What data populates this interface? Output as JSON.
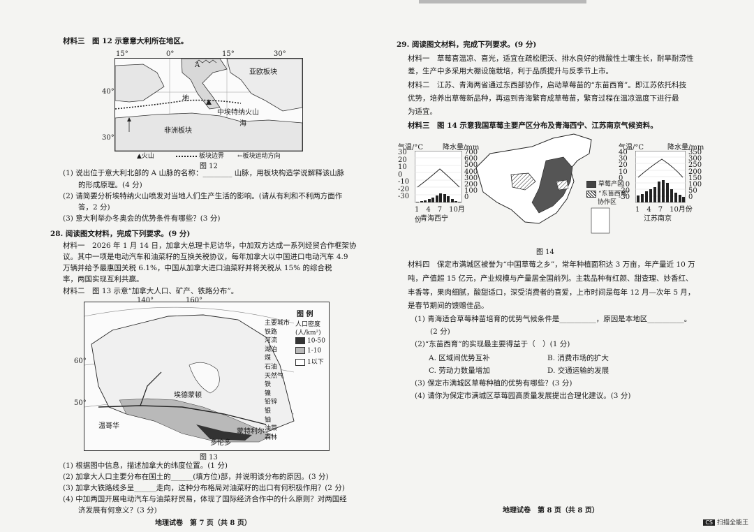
{
  "left": {
    "m3_title": "材料三　图 12 示意意大利所在地区。",
    "fig12": {
      "lon": [
        "15°",
        "0°",
        "15°",
        "30°"
      ],
      "lat": [
        "40°",
        "30°"
      ],
      "labels": {
        "a": "A",
        "eurasia": "亚欧板块",
        "sea1": "地",
        "sea2": "海",
        "ring": "中埃特纳火山",
        "africa": "非洲板块"
      },
      "legend": [
        "▲火山",
        "板块边界",
        "←板块运动方向"
      ],
      "caption": "图 12"
    },
    "q27": [
      "(1) 说出位于意大利北部的 A 山脉的名称：________ 山脉，用板块构造学说解释该山脉",
      "的形成原理。(4 分)",
      "(2) 请简要分析埃特纳火山喷发对当地人们生产生活的影响。(请从有利和不利两方面作",
      "答，2 分)",
      "(3) 意大利举办冬奥会的优势条件有哪些？(3 分)"
    ],
    "q28_title": "28. 阅读图文材料，完成下列要求。(9 分)",
    "m1": [
      "材料一　2026 年 1 月 14 日，加拿大总理卡尼访华，中加双方达成一系列经贸合作框架协",
      "议。其中一项是电动汽车和油菜籽的互换关税协议，每年加拿大以中国进口电动汽车 4.9",
      "万辆并给予最惠国关税 6.1%，中国从加拿大进口油菜籽并将关税从 15% 的综合税",
      "率，两国实现互利共赢。"
    ],
    "m2": "材料二　图 13 示意“加拿大人口、矿产、铁路分布”。",
    "fig13": {
      "lon": [
        "140°",
        "160°"
      ],
      "lat": [
        "60°",
        "50°"
      ],
      "cities": [
        "埃德蒙顿",
        "温哥华",
        "蒙特利尔",
        "多伦多"
      ],
      "legend_title": "图 例",
      "legend": [
        "主要城市",
        "铁路",
        "河流",
        "湖泊",
        "煤",
        "石油",
        "天然气",
        "铁",
        "镍",
        "铅锌",
        "银",
        "铀",
        "油菜",
        "森林"
      ],
      "density_title": "人口密度",
      "density_unit": "(人/km²)",
      "density": [
        "10-50",
        "1-10",
        "1以下"
      ],
      "caption": "图 13"
    },
    "q28": [
      "(1) 根据图中信息，描述加拿大的纬度位置。(1 分)",
      "(2) 加拿大人口主要分布在国土的______(填方位)部，并说明该分布的原因。(3 分)",
      "(3) 加拿大铁路线多呈______走向，这种分布格局对油菜籽的出口有何积极作用？(2 分)",
      "(4) 中加两国开展电动汽车与油菜籽贸易，体现了国际经济合作中的什么原则？对两国经",
      "济发展有何意义？(3 分)"
    ],
    "footer": "地理试卷　第 7 页（共 8 页）"
  },
  "right": {
    "q29_title": "29. 阅读图文材料，完成下列要求。(9 分)",
    "m1": [
      "材料一　草莓喜温凉、喜光，适宜在疏松肥沃、排水良好的微酸性土壤生长，耐旱耐涝性",
      "差，生产中多采用大棚设施栽培，利于品质提升与反季节上市。"
    ],
    "m2": [
      "材料二　江苏、青海两省通过东西部协作，启动草莓苗的“东苗西育”。即江苏依托科技",
      "优势，培养出草莓新品种，再运到青海繁育成草莓苗，繁育过程在温凉温度下进行最",
      "为适宜。"
    ],
    "m3": "材料三　图 14 示意我国草莓主要产区分布及青海西宁、江苏南京气候资料。",
    "fig14": {
      "xining": {
        "temp_label": "气温/°C",
        "precip_label": "降水量/mm",
        "temp_ticks": [
          "30",
          "20",
          "10",
          "0",
          "-10",
          "-20",
          "-30"
        ],
        "precip_ticks": [
          "700",
          "600",
          "500",
          "400",
          "300",
          "200",
          "100",
          "0"
        ],
        "months": [
          "1",
          "4",
          "7",
          "10月份"
        ],
        "name": "青海西宁"
      },
      "nanjing": {
        "temp_label": "气温/°C",
        "precip_label": "降水量/mm",
        "temp_ticks": [
          "40",
          "30",
          "20",
          "10",
          "0",
          "-10",
          "-20",
          "-30"
        ],
        "precip_ticks": [
          "350",
          "300",
          "250",
          "200",
          "150",
          "100",
          "50",
          "0"
        ],
        "months": [
          "1",
          "4",
          "7",
          "10月份"
        ],
        "name": "江苏南京"
      },
      "legend": [
        "草莓产区",
        "“东苗西育”",
        "协作区"
      ],
      "caption": "图 14"
    },
    "m4": [
      "材料四　保定市满城区被誉为“中国草莓之乡”，常年种植面积达 3 万亩，年产量近 10 万",
      "吨，产值超 15 亿元，产业规模与产量居全国前列。主栽品种有红颜、甜查理、妙香红、",
      "丰香等，果肉细腻，酸甜适口，深受消费者的喜爱，上市时间是每年 12 月—次年 5 月，",
      "是春节期间的馈赠佳品。"
    ],
    "q29": [
      "(1) 青海适合草莓种苗培育的优势气候条件是__________，原因是本地区__________。",
      "(2 分)",
      "(2)“东苗西育”的实现最主要得益于（　）(1 分)",
      "(3) 保定市满城区草莓种植的优势有哪些？(3 分)",
      "(4) 请你为保定市满城区草莓园高质量发展提出合理化建议。(3 分)"
    ],
    "options": [
      "A. 区域间优势互补",
      "B. 消费市场的扩大",
      "C. 劳动力数量增加",
      "D. 交通运输的发展"
    ],
    "footer": "地理试卷　第 8 页（共 8 页）",
    "badge": "扫描全能王",
    "badge_cs": "CS"
  },
  "colors": {
    "ink": "#1a1a1a",
    "dark": "#333333",
    "mid": "#888888",
    "light": "#cfcfcf"
  }
}
